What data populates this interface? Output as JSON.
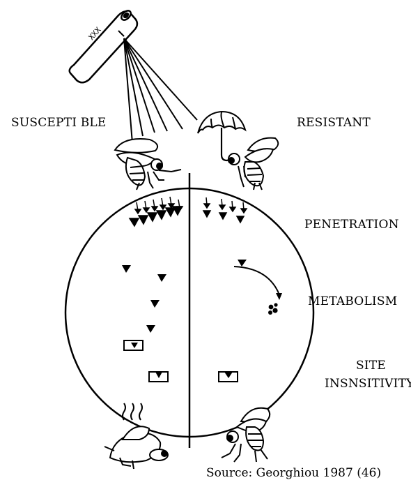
{
  "labels": {
    "susceptible": "SUSCEPTI BLE",
    "resistant": "RESISTANT",
    "penetration": "PENETRATION",
    "metabolism": "METABOLISM",
    "site_line1": "SITE",
    "site_line2": "INSNSITIVITY"
  },
  "spray_can_marking": "XXX",
  "source": "Source: Georghiou 1987 (46)"
}
